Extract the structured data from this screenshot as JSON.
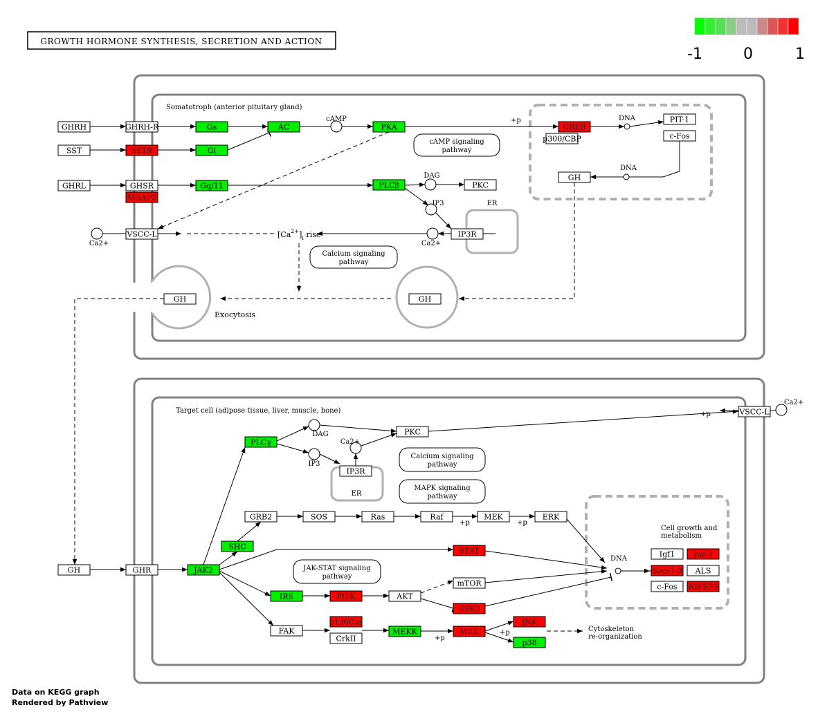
{
  "title": "GROWTH HORMONE SYNTHESIS, SECRETION AND ACTION",
  "legend": {
    "min_label": "-1",
    "mid_label": "0",
    "max_label": "1",
    "colors": [
      "#00ff00",
      "#33ee33",
      "#55dd55",
      "#88cc88",
      "#bbbbbb",
      "#bbbbbb",
      "#cc8888",
      "#dd5555",
      "#ee3333",
      "#ff0000"
    ]
  },
  "colors": {
    "up": "#ff0000",
    "down": "#00ee00",
    "none": "#ffffff",
    "frame": "#808080",
    "ghost": "#b0b0b0"
  },
  "compartments": {
    "somatotroph": "Somatotroph (anterior pituitary gland)",
    "target": "Target cell (adipose tissue, liver, muscle, bone)"
  },
  "genes": [
    {
      "id": "ghrh",
      "label": "GHRH",
      "color": "none"
    },
    {
      "id": "ghrhr",
      "label": "GHRH-R",
      "color": "none"
    },
    {
      "id": "gs",
      "label": "Gs",
      "color": "down"
    },
    {
      "id": "ac",
      "label": "AC",
      "color": "down"
    },
    {
      "id": "pka",
      "label": "PKA",
      "color": "down"
    },
    {
      "id": "creb",
      "label": "CREB",
      "color": "up"
    },
    {
      "id": "p300",
      "label": "p300/CBP",
      "color": "none"
    },
    {
      "id": "pit1",
      "label": "PIT-1",
      "color": "none"
    },
    {
      "id": "cfos1",
      "label": "c-Fos",
      "color": "none"
    },
    {
      "id": "sst",
      "label": "SST",
      "color": "none"
    },
    {
      "id": "sstr",
      "label": "SSTR",
      "color": "up"
    },
    {
      "id": "gi",
      "label": "Gi",
      "color": "down"
    },
    {
      "id": "ghrl",
      "label": "GHRL",
      "color": "none"
    },
    {
      "id": "ghsr",
      "label": "GHSR",
      "color": "none"
    },
    {
      "id": "mrap2",
      "label": "MRAP2",
      "color": "up"
    },
    {
      "id": "gq",
      "label": "Gq/11",
      "color": "down"
    },
    {
      "id": "plcb",
      "label": "PLCβ",
      "color": "down"
    },
    {
      "id": "pkc1",
      "label": "PKC",
      "color": "none"
    },
    {
      "id": "gh_top",
      "label": "GH",
      "color": "none"
    },
    {
      "id": "vscc1",
      "label": "VSCC-L",
      "color": "none"
    },
    {
      "id": "ip3r1",
      "label": "IP3R",
      "color": "none"
    },
    {
      "id": "gh_exo",
      "label": "GH",
      "color": "none"
    },
    {
      "id": "gh_ves",
      "label": "GH",
      "color": "none"
    },
    {
      "id": "plcg",
      "label": "PLCγ",
      "color": "down"
    },
    {
      "id": "pkc2",
      "label": "PKC",
      "color": "none"
    },
    {
      "id": "vscc2",
      "label": "VSCC-L",
      "color": "none"
    },
    {
      "id": "ip3r2",
      "label": "IP3R",
      "color": "none"
    },
    {
      "id": "grb2",
      "label": "GRB2",
      "color": "none"
    },
    {
      "id": "sos",
      "label": "SOS",
      "color": "none"
    },
    {
      "id": "ras",
      "label": "Ras",
      "color": "none"
    },
    {
      "id": "raf",
      "label": "Raf",
      "color": "none"
    },
    {
      "id": "mek",
      "label": "MEK",
      "color": "none"
    },
    {
      "id": "erk",
      "label": "ERK",
      "color": "none"
    },
    {
      "id": "shc",
      "label": "SHC",
      "color": "down"
    },
    {
      "id": "stat",
      "label": "STAT",
      "color": "up"
    },
    {
      "id": "gh_in",
      "label": "GH",
      "color": "none"
    },
    {
      "id": "ghr",
      "label": "GHR",
      "color": "none"
    },
    {
      "id": "jak2",
      "label": "JAK2",
      "color": "down"
    },
    {
      "id": "igf1",
      "label": "Igf1",
      "color": "none"
    },
    {
      "id": "junb",
      "label": "JunB",
      "color": "up"
    },
    {
      "id": "socs",
      "label": "Socs1-3",
      "color": "up"
    },
    {
      "id": "als",
      "label": "ALS",
      "color": "none"
    },
    {
      "id": "cfos2",
      "label": "c-Fos",
      "color": "none"
    },
    {
      "id": "igfbp3",
      "label": "IGFBP3",
      "color": "up"
    },
    {
      "id": "mtor",
      "label": "mTOR",
      "color": "none"
    },
    {
      "id": "irs",
      "label": "IRS",
      "color": "down"
    },
    {
      "id": "pi3k",
      "label": "PI3K",
      "color": "up"
    },
    {
      "id": "akt",
      "label": "AKT",
      "color": "none"
    },
    {
      "id": "gsk3",
      "label": "GSK3",
      "color": "up"
    },
    {
      "id": "fak",
      "label": "FAK",
      "color": "none"
    },
    {
      "id": "p130",
      "label": "p130Cas",
      "color": "up"
    },
    {
      "id": "crkii",
      "label": "CrkII",
      "color": "none"
    },
    {
      "id": "mekk",
      "label": "MEKK",
      "color": "down"
    },
    {
      "id": "mkk",
      "label": "MKK",
      "color": "up"
    },
    {
      "id": "jnk",
      "label": "JNK",
      "color": "up"
    },
    {
      "id": "p38",
      "label": "p38",
      "color": "down"
    }
  ],
  "compounds": [
    {
      "id": "camp",
      "label": "cAMP"
    },
    {
      "id": "dna1",
      "label": "DNA"
    },
    {
      "id": "dna2",
      "label": "DNA"
    },
    {
      "id": "dag1",
      "label": "DAG"
    },
    {
      "id": "ip3_1",
      "label": "IP3"
    },
    {
      "id": "ca1",
      "label": "Ca2+"
    },
    {
      "id": "ca2",
      "label": "Ca2+"
    },
    {
      "id": "dag2",
      "label": "DAG"
    },
    {
      "id": "ip3_2",
      "label": "IP3"
    },
    {
      "id": "ca3",
      "label": "Ca2+"
    },
    {
      "id": "ca4",
      "label": "Ca2+"
    },
    {
      "id": "dna3",
      "label": "DNA"
    }
  ],
  "maps": [
    {
      "id": "map_camp",
      "label": "cAMP signaling pathway"
    },
    {
      "id": "map_ca1",
      "label": "Calcium signaling pathway"
    },
    {
      "id": "map_ca2",
      "label": "Calcium signaling pathway"
    },
    {
      "id": "map_mapk",
      "label": "MAPK signaling pathway"
    },
    {
      "id": "map_jak",
      "label": "JAK-STAT signaling pathway"
    }
  ],
  "texts": {
    "ca_rise": "[Ca2+]i rise",
    "er1": "ER",
    "er2": "ER",
    "exocytosis": "Exocytosis",
    "cell_growth": "Cell growth and metabolism",
    "cytoskeleton": "Cytoskeleton re-organization",
    "p_plus": "+p"
  },
  "footer": [
    "Data on KEGG graph",
    "Rendered by Pathview"
  ]
}
